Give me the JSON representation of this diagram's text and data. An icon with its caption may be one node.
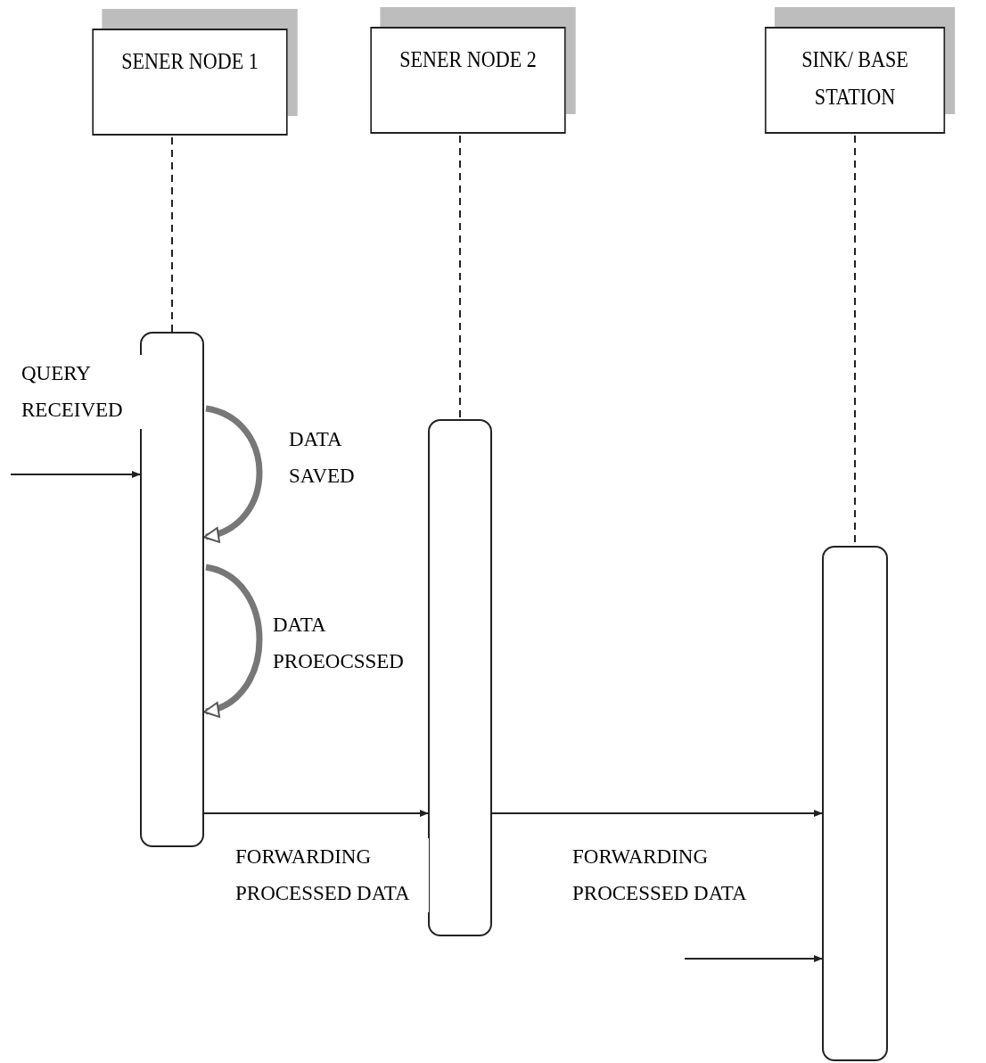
{
  "diagram": {
    "nodes": [
      {
        "text": [
          "SENER NODE 1"
        ]
      },
      {
        "text": [
          "SENER NODE 2"
        ]
      },
      {
        "text": [
          "SINK/ BASE STATION"
        ]
      },
      {
        "text": [],
        "shape": "bar"
      },
      {
        "text": [],
        "shape": "bar"
      },
      {
        "text": [],
        "shape": "bar"
      }
    ],
    "edges": [
      {
        "from": 0,
        "to": 3,
        "arrow": "none",
        "style": "dashed"
      },
      {
        "from": 1,
        "to": 4,
        "arrow": "none",
        "style": "dashed"
      },
      {
        "from": 2,
        "to": 5,
        "arrow": "none",
        "style": "dashed"
      },
      {
        "from": null,
        "to": 3,
        "arrow": "to",
        "label": "QUERY RECEIVED"
      },
      {
        "from": 3,
        "to": 3,
        "arrow": "to",
        "label": "DATA SAVED",
        "style": "thick"
      },
      {
        "from": 3,
        "to": 3,
        "arrow": "to",
        "label": "DATA PROEOCSSED",
        "style": "thick"
      },
      {
        "from": 3,
        "to": 4,
        "arrow": "to",
        "label": "FORWARDING PROCESSED DATA"
      },
      {
        "from": 4,
        "to": 5,
        "arrow": "to",
        "label": "FORWARDING PROCESSED DATA"
      },
      {
        "from": null,
        "to": 5,
        "arrow": "to"
      }
    ]
  }
}
